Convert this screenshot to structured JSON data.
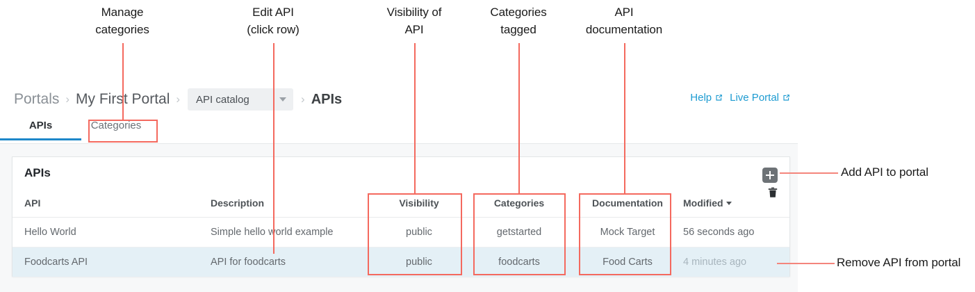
{
  "annotations": {
    "callouts": [
      {
        "name": "manage-categories",
        "text": "Manage\ncategories"
      },
      {
        "name": "edit-api",
        "text": "Edit API\n(click row)"
      },
      {
        "name": "visibility-of-api",
        "text": "Visibility of\nAPI"
      },
      {
        "name": "categories-tagged",
        "text": "Categories\ntagged"
      },
      {
        "name": "api-documentation",
        "text": "API\ndocumentation"
      }
    ],
    "side_callouts": [
      {
        "name": "add-api-to-portal",
        "text": "Add API to portal"
      },
      {
        "name": "remove-api-from-portal",
        "text": "Remove API from portal"
      }
    ],
    "highlight_color": "#f4695e"
  },
  "breadcrumb": {
    "portals": "Portals",
    "separator": "›",
    "portal_name": "My First Portal",
    "catalog_select": "API catalog",
    "current": "APIs"
  },
  "top_links": [
    {
      "name": "help-link",
      "label": "Help"
    },
    {
      "name": "live-portal-link",
      "label": "Live Portal"
    }
  ],
  "tabs": [
    {
      "name": "tab-apis",
      "label": "APIs",
      "active": true
    },
    {
      "name": "tab-categories",
      "label": "Categories",
      "active": false
    }
  ],
  "card": {
    "title": "APIs",
    "add_button_label": "+",
    "columns": [
      "API",
      "Description",
      "Visibility",
      "Categories",
      "Documentation",
      "Modified"
    ],
    "sort_column": "Modified",
    "rows": [
      {
        "api": "Hello World",
        "description": "Simple hello world example",
        "visibility": "public",
        "categories": "getstarted",
        "documentation": "Mock Target",
        "modified": "56 seconds ago",
        "selected": false
      },
      {
        "api": "Foodcarts API",
        "description": "API for foodcarts",
        "visibility": "public",
        "categories": "foodcarts",
        "documentation": "Food Carts",
        "modified": "4 minutes ago",
        "selected": true
      }
    ]
  },
  "colors": {
    "accent_blue": "#1d87c9",
    "link_blue": "#1d9bd1",
    "selected_row": "#e4f0f6",
    "annotation_red": "#f4695e"
  }
}
